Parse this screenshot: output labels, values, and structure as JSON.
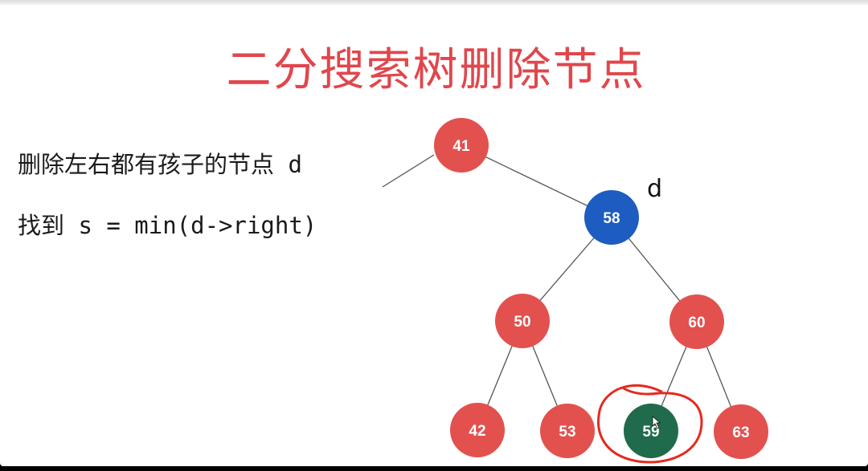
{
  "title": "二分搜索树删除节点",
  "text_lines": [
    "删除左右都有孩子的节点 d",
    "找到 s = min(d->right)"
  ],
  "d_label": "d",
  "colors": {
    "title": "#e0474c",
    "node_default": "#e2514e",
    "node_target": "#1d5cc0",
    "node_successor": "#1f6b4b",
    "edge": "#555555",
    "annotation": "#e42a1f"
  },
  "tree": {
    "nodes": [
      {
        "id": "n41",
        "value": "41",
        "role": "default"
      },
      {
        "id": "n58",
        "value": "58",
        "role": "target"
      },
      {
        "id": "n50",
        "value": "50",
        "role": "default"
      },
      {
        "id": "n60",
        "value": "60",
        "role": "default"
      },
      {
        "id": "n42",
        "value": "42",
        "role": "default"
      },
      {
        "id": "n53",
        "value": "53",
        "role": "default"
      },
      {
        "id": "n59",
        "value": "59",
        "role": "successor"
      },
      {
        "id": "n63",
        "value": "63",
        "role": "default"
      }
    ],
    "edges": [
      [
        "n41",
        "n58"
      ],
      [
        "n58",
        "n50"
      ],
      [
        "n58",
        "n60"
      ],
      [
        "n50",
        "n42"
      ],
      [
        "n50",
        "n53"
      ],
      [
        "n60",
        "n59"
      ],
      [
        "n60",
        "n63"
      ]
    ]
  }
}
